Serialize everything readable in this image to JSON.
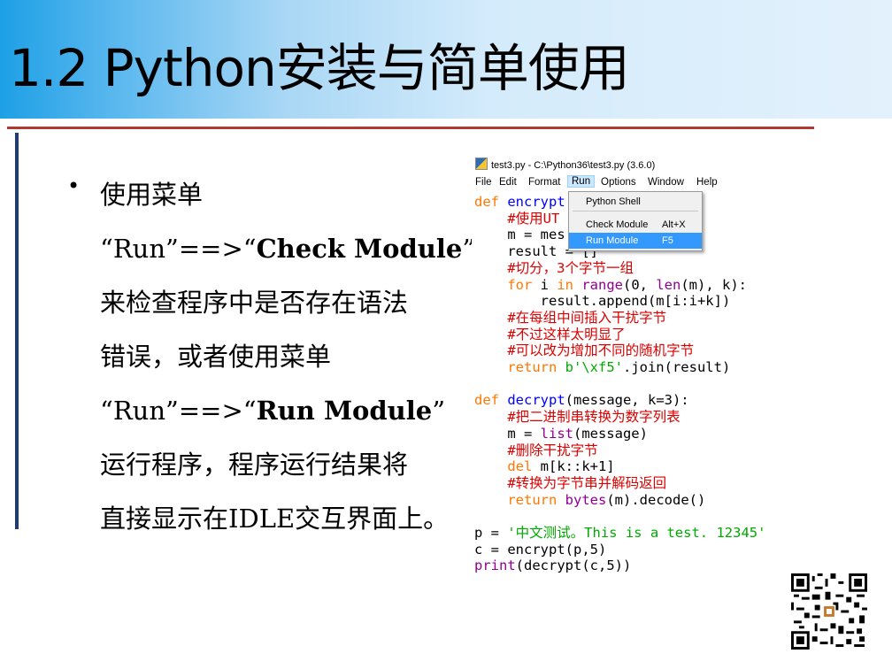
{
  "slide": {
    "title": "1.2 Python安装与简单使用",
    "bullet_symbol": "•",
    "lines": [
      "使用菜单",
      "“Run”==>“",
      "Check Module",
      "”",
      "来检查程序中是否存在语法",
      "错误，或者使用菜单",
      "“Run”==>“",
      "Run Module",
      "”",
      "运行程序，程序运行结果将",
      "直接显示在IDLE交互界面上。"
    ]
  },
  "idle": {
    "window_title": "test3.py - C:\\Python36\\test3.py (3.6.0)",
    "menu": [
      "File",
      "Edit",
      "Format",
      "Run",
      "Options",
      "Window",
      "Help"
    ],
    "active_menu": "Run",
    "dropdown": [
      {
        "label": "Python Shell",
        "shortcut": ""
      },
      {
        "label": "Check Module",
        "shortcut": "Alt+X"
      },
      {
        "label": "Run Module",
        "shortcut": "F5"
      }
    ],
    "code": {
      "l1a": "def ",
      "l1b": "encrypt",
      "l2": "    #使用UT",
      "l3": "    m = mes",
      "l4": "    result = []",
      "l5": "    #切分，3个字节一组",
      "l6a": "    for ",
      "l6b": "i ",
      "l6c": "in ",
      "l6d": "range",
      "l6e": "(0, ",
      "l6f": "len",
      "l6g": "(m), k):",
      "l7": "        result.append(m[i:i+k])",
      "l8": "    #在每组中间插入干扰字节",
      "l9": "    #不过这样太明显了",
      "l10": "    #可以改为增加不同的随机字节",
      "l11a": "    return ",
      "l11b": "b'\\xf5'",
      "l11c": ".join(result)",
      "l13a": "def ",
      "l13b": "decrypt",
      "l13c": "(message, k=3):",
      "l14": "    #把二进制串转换为数字列表",
      "l15a": "    m = ",
      "l15b": "list",
      "l15c": "(message)",
      "l16": "    #删除干扰字节",
      "l17a": "    del ",
      "l17b": "m[k::k+1]",
      "l18": "    #转换为字节串并解码返回",
      "l19a": "    return ",
      "l19b": "bytes",
      "l19c": "(m).decode()",
      "l21a": "p = ",
      "l21b": "'中文测试。This is a test. 12345'",
      "l22": "c = encrypt(p,5)",
      "l23a": "print",
      "l23b": "(decrypt(c,5))"
    }
  },
  "colors": {
    "banner_start": "#1ea0e6",
    "banner_end": "#e3f1fc",
    "rule": "#b03a32",
    "side_rule": "#1f3a78"
  },
  "qr_code": "qr-code"
}
